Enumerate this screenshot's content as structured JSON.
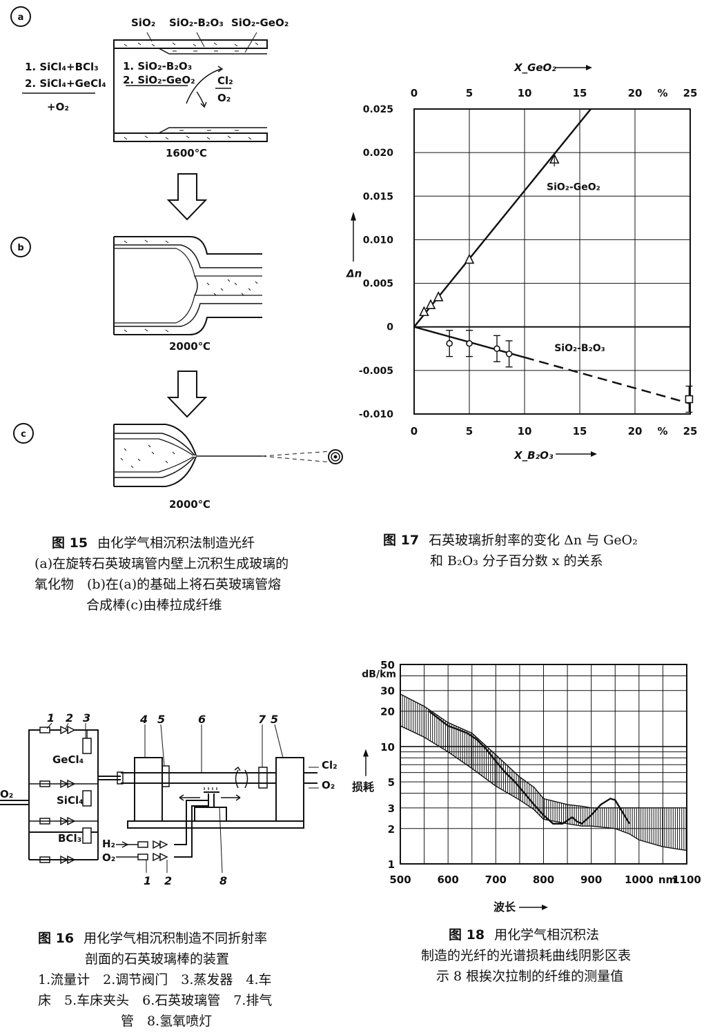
{
  "fig15": {
    "markers": [
      "a",
      "b",
      "c"
    ],
    "layers": [
      "SiO₂",
      "SiO₂-B₂O₃",
      "SiO₂-GeO₂"
    ],
    "inputs": [
      "1. SiCl₄+BCl₃",
      "2. SiCl₄+GeCl₄",
      "+O₂"
    ],
    "deposits": [
      "1. SiO₂-B₂O₃",
      "2. SiO₂-GeO₂"
    ],
    "exhaust": [
      "Cl₂",
      "O₂"
    ],
    "temps": [
      "1600℃",
      "2000℃",
      "2000℃"
    ],
    "caption": {
      "number": "图 15",
      "lines": [
        "由化学气相沉积法制造光纤",
        "(a)在旋转石英玻璃管内壁上沉积生成玻璃的",
        "氧化物　(b)在(a)的基础上将石英玻璃管熔",
        "合成棒(c)由棒拉成纤维"
      ]
    }
  },
  "fig16": {
    "labels": {
      "n1": "1",
      "n2": "2",
      "n3": "3",
      "n4": "4",
      "n5a": "5",
      "n6": "6",
      "n7": "7",
      "n5b": "5",
      "n1b": "1",
      "n2b": "2",
      "n8": "8"
    },
    "gases": [
      "GeCl₄",
      "SiCl₄",
      "BCl₃"
    ],
    "in_gas": "O₂",
    "burner_gases": [
      "H₂",
      "O₂"
    ],
    "outlet": [
      "Cl₂",
      "O₂"
    ],
    "caption": {
      "number": "图 16",
      "lines": [
        "用化学气相沉积制造不同折射率",
        "剖面的石英玻璃棒的装置",
        "1.流量计　2.调节阀门　3.蒸发器　4.车",
        "床　5.车床夹头　6.石英玻璃管　7.排气",
        "管　8.氢氧喷灯"
      ]
    }
  },
  "fig17": {
    "caption": {
      "number": "图 17",
      "lines": [
        "石英玻璃折射率的变化 Δn 与 GeO₂",
        "和 B₂O₃ 分子百分数 x 的关系"
      ]
    }
  },
  "fig18": {
    "caption": {
      "number": "图 18",
      "lines": [
        "用化学气相沉积法",
        "制造的光纤的光谱损耗曲线阴影区表",
        "示 8 根挨次拉制的纤维的测量值"
      ]
    }
  },
  "chart_data": [
    {
      "type": "line",
      "top_x_label": "X_GeO₂",
      "bottom_x_label": "X_B₂O₃",
      "ylabel": "Δn",
      "x_ticks": [
        0,
        5,
        10,
        15,
        20,
        25
      ],
      "x_unit": "%",
      "xlim": [
        0,
        25
      ],
      "y_ticks": [
        0.025,
        0.02,
        0.015,
        0.01,
        0.005,
        0,
        -0.005,
        -0.01
      ],
      "ylim": [
        -0.01,
        0.025
      ],
      "grid": true,
      "series": [
        {
          "name": "SiO₂-GeO₂",
          "marker": "triangle",
          "points": [
            {
              "x": 0.9,
              "y": 0.0017
            },
            {
              "x": 1.5,
              "y": 0.0025
            },
            {
              "x": 2.2,
              "y": 0.0034
            },
            {
              "x": 5.0,
              "y": 0.0077
            },
            {
              "x": 12.7,
              "y": 0.0192
            }
          ],
          "fit": {
            "from": [
              0,
              0
            ],
            "to": [
              16,
              0.025
            ]
          }
        },
        {
          "name": "SiO₂-B₂O₃",
          "marker": "circle",
          "points": [
            {
              "x": 3.2,
              "y": -0.0019,
              "err": 0.0015
            },
            {
              "x": 5.0,
              "y": -0.0019,
              "err": 0.0015
            },
            {
              "x": 7.5,
              "y": -0.0025,
              "err": 0.0015
            },
            {
              "x": 8.6,
              "y": -0.0031,
              "err": 0.0015
            },
            {
              "x": 24.9,
              "y": -0.0083,
              "err": 0.0015
            }
          ],
          "fit": {
            "from": [
              0,
              0
            ],
            "to": [
              25,
              -0.0088
            ]
          }
        }
      ]
    },
    {
      "type": "area",
      "xlabel": "波长",
      "ylabel": "损耗",
      "y_unit": "dB/km",
      "x_unit": "nm",
      "x_ticks": [
        500,
        600,
        700,
        800,
        900,
        1000,
        1100
      ],
      "y_ticks": [
        1,
        2,
        3,
        5,
        10,
        20,
        30,
        50
      ],
      "ylim": [
        1,
        50
      ],
      "y_scale": "log",
      "xlim": [
        500,
        1100
      ],
      "grid": true,
      "band": {
        "x": [
          500,
          550,
          600,
          650,
          700,
          750,
          780,
          800,
          850,
          880,
          900,
          950,
          980,
          1000,
          1050,
          1100
        ],
        "upper": [
          28,
          22,
          16,
          13,
          8.5,
          5.5,
          4.5,
          3.6,
          3.2,
          3.1,
          3.0,
          3.0,
          3.0,
          3.0,
          3.0,
          3.0
        ],
        "lower": [
          15,
          12,
          9,
          6.5,
          4.6,
          3.5,
          2.9,
          2.4,
          2.2,
          2.1,
          2.1,
          2.0,
          1.8,
          1.6,
          1.4,
          1.3
        ]
      },
      "curve": {
        "x": [
          560,
          600,
          620,
          640,
          660,
          680,
          700,
          720,
          740,
          760,
          780,
          800,
          820,
          840,
          860,
          870,
          880,
          900,
          920,
          940,
          950,
          960,
          980
        ],
        "y": [
          20,
          15,
          14,
          13,
          11.5,
          9.5,
          7.5,
          6.0,
          5.0,
          4.0,
          3.2,
          2.6,
          2.2,
          2.2,
          2.5,
          2.3,
          2.2,
          2.6,
          3.2,
          3.6,
          3.5,
          3.0,
          2.2
        ]
      }
    }
  ]
}
